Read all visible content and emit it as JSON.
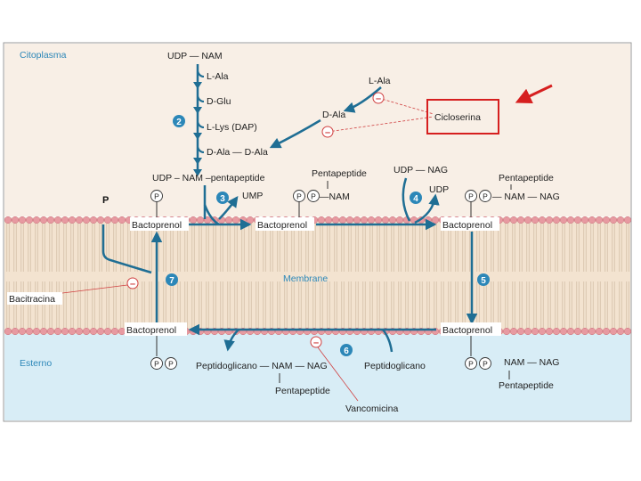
{
  "regions": {
    "cytoplasm": "Citoplasma",
    "membrane": "Membrane",
    "exterior": "Esterno"
  },
  "pathway": {
    "udp_nam": "UDP — NAM",
    "l_ala": "L-Ala",
    "d_glu": "D-Glu",
    "l_lys": "L-Lys (DAP)",
    "d_ala_d_ala": "D-Ala — D-Ala",
    "l_ala_right": "L-Ala",
    "d_ala": "D-Ala",
    "udp_nam_pentapeptide": "UDP – NAM –pentapeptide",
    "ump": "UMP",
    "p_free": "P",
    "pentapeptide_1": "Pentapeptide",
    "nam_1": "—NAM",
    "udp_nag": "UDP — NAG",
    "udp": "UDP",
    "pentapeptide_2": "Pentapeptide",
    "nam_nag_1": "— NAM — NAG",
    "bactoprenol_1": "Bactoprenol",
    "bactoprenol_2": "Bactoprenol",
    "bactoprenol_3": "Bactoprenol",
    "bactoprenol_4": "Bactoprenol",
    "bactoprenol_5": "Bactoprenol",
    "peptidoglycan_1": "Peptidoglicano — NAM — NAG",
    "pentapeptide_3": "Pentapeptide",
    "peptidoglycan_2": "Peptidoglicano",
    "nam_nag_2": "NAM — NAG",
    "pentapeptide_4": "Pentapeptide",
    "p_circle": "P"
  },
  "steps": [
    "2",
    "3",
    "4",
    "5",
    "6",
    "7"
  ],
  "inhibitors": {
    "cycloserine": "Cicloserina",
    "bacitracin": "Bacitracina",
    "vancomycin": "Vancomicina",
    "minus": "–"
  },
  "colors": {
    "cytoplasm_bg": "#f8efe6",
    "exterior_bg": "#d8edf6",
    "membrane_band": "#f3e3d0",
    "lipid_head": "#e79aa1",
    "arrow_blue": "#1f6e94",
    "step_circle": "#2c87b8",
    "inhibitor_red": "#d04040",
    "highlight_box": "#d61f1f"
  }
}
